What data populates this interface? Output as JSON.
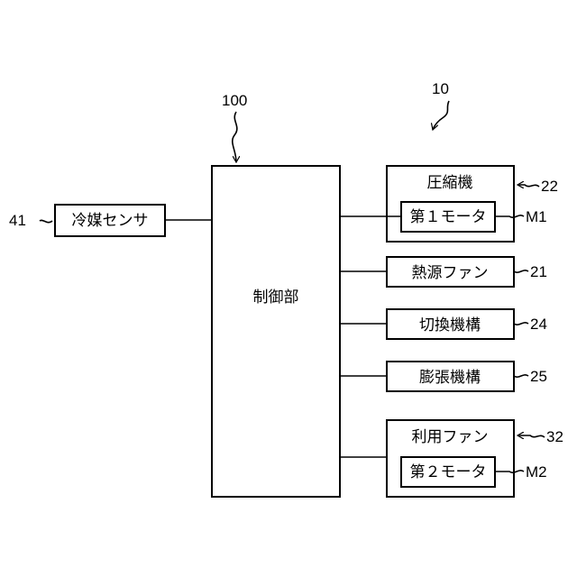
{
  "diagram": {
    "ref_system": "10",
    "controller": {
      "ref": "100",
      "label": "制御部"
    },
    "sensor": {
      "ref": "41",
      "label": "冷媒センサ"
    },
    "compressor": {
      "ref": "22",
      "label": "圧縮機",
      "motor": {
        "ref": "M1",
        "label": "第１モータ"
      }
    },
    "heat_source_fan": {
      "ref": "21",
      "label": "熱源ファン"
    },
    "switching": {
      "ref": "24",
      "label": "切換機構"
    },
    "expansion": {
      "ref": "25",
      "label": "膨張機構"
    },
    "use_fan": {
      "ref": "32",
      "label": "利用ファン",
      "motor": {
        "ref": "M2",
        "label": "第２モータ"
      }
    }
  }
}
